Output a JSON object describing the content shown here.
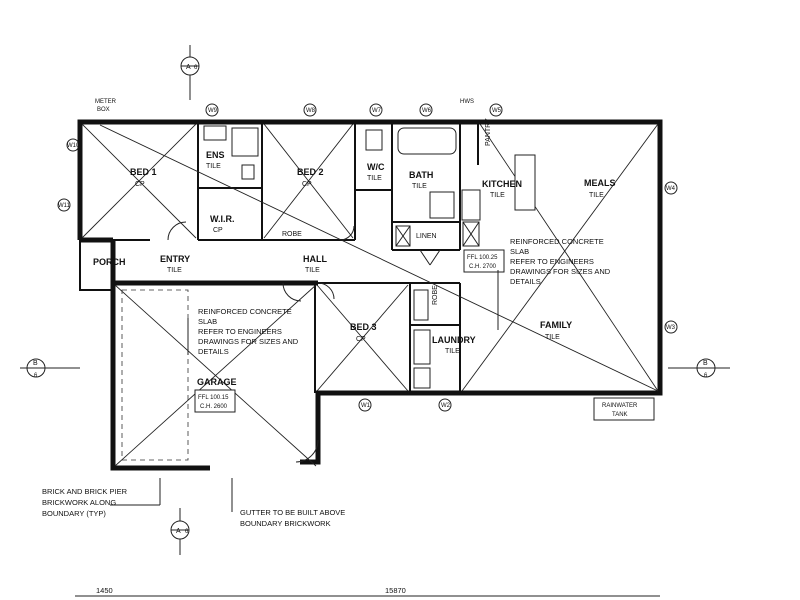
{
  "rooms": {
    "bed1": {
      "name": "BED 1",
      "finish": "CP"
    },
    "ens": {
      "name": "ENS",
      "finish": "TILE"
    },
    "wir": {
      "name": "W.I.R.",
      "finish": "CP"
    },
    "robe1": {
      "name": "ROBE"
    },
    "bed2": {
      "name": "BED 2",
      "finish": "CP"
    },
    "wc": {
      "name": "W/C",
      "finish": "TILE"
    },
    "bath": {
      "name": "BATH",
      "finish": "TILE"
    },
    "linen": {
      "name": "LINEN"
    },
    "pantry": {
      "name": "PANTRY"
    },
    "kitchen": {
      "name": "KITCHEN",
      "finish": "TILE"
    },
    "meals": {
      "name": "MEALS",
      "finish": "TILE"
    },
    "porch": {
      "name": "PORCH"
    },
    "entry": {
      "name": "ENTRY",
      "finish": "TILE"
    },
    "hall": {
      "name": "HALL",
      "finish": "TILE"
    },
    "bed3": {
      "name": "BED 3",
      "finish": "CP"
    },
    "robe3": {
      "name": "ROBE"
    },
    "laundry": {
      "name": "LAUNDRY",
      "finish": "TILE"
    },
    "family": {
      "name": "FAMILY",
      "finish": "TILE"
    },
    "garage": {
      "name": "GARAGE"
    }
  },
  "levels": {
    "house": {
      "ffl": "FFL 100.25",
      "ch": "C.H. 2700"
    },
    "garage": {
      "ffl": "FFL 100.15",
      "ch": "C.H. 2600"
    }
  },
  "notes": {
    "slab_house": [
      "REINFORCED CONCRETE",
      "SLAB",
      "REFER TO ENGINEERS",
      "DRAWINGS FOR SIZES AND",
      "DETAILS"
    ],
    "slab_garage": [
      "REINFORCED CONCRETE",
      "SLAB",
      "REFER TO ENGINEERS",
      "DRAWINGS FOR SIZES AND",
      "DETAILS"
    ],
    "brick": [
      "BRICK AND BRICK PIER",
      "BRICKWORK ALONG",
      "BOUNDARY (TYP)"
    ],
    "gutter": [
      "GUTTER TO BE BUILT ABOVE",
      "BOUNDARY BRICKWORK"
    ],
    "meter": [
      "METER",
      "BOX"
    ],
    "hws": "HWS",
    "tank": [
      "RAINWATER",
      "TANK"
    ]
  },
  "sections": {
    "a_top": {
      "letter": "A",
      "sheet": "6"
    },
    "a_bottom": {
      "letter": "A",
      "sheet": "6"
    },
    "b_left": {
      "letter": "B",
      "sheet": "6"
    },
    "b_right": {
      "letter": "B",
      "sheet": "6"
    }
  },
  "windows": [
    "W9",
    "W8",
    "W7",
    "W6",
    "W5",
    "W10",
    "W11",
    "W4",
    "W3",
    "W1",
    "W2"
  ],
  "dimensions": {
    "left": "1450",
    "main": "15870"
  }
}
